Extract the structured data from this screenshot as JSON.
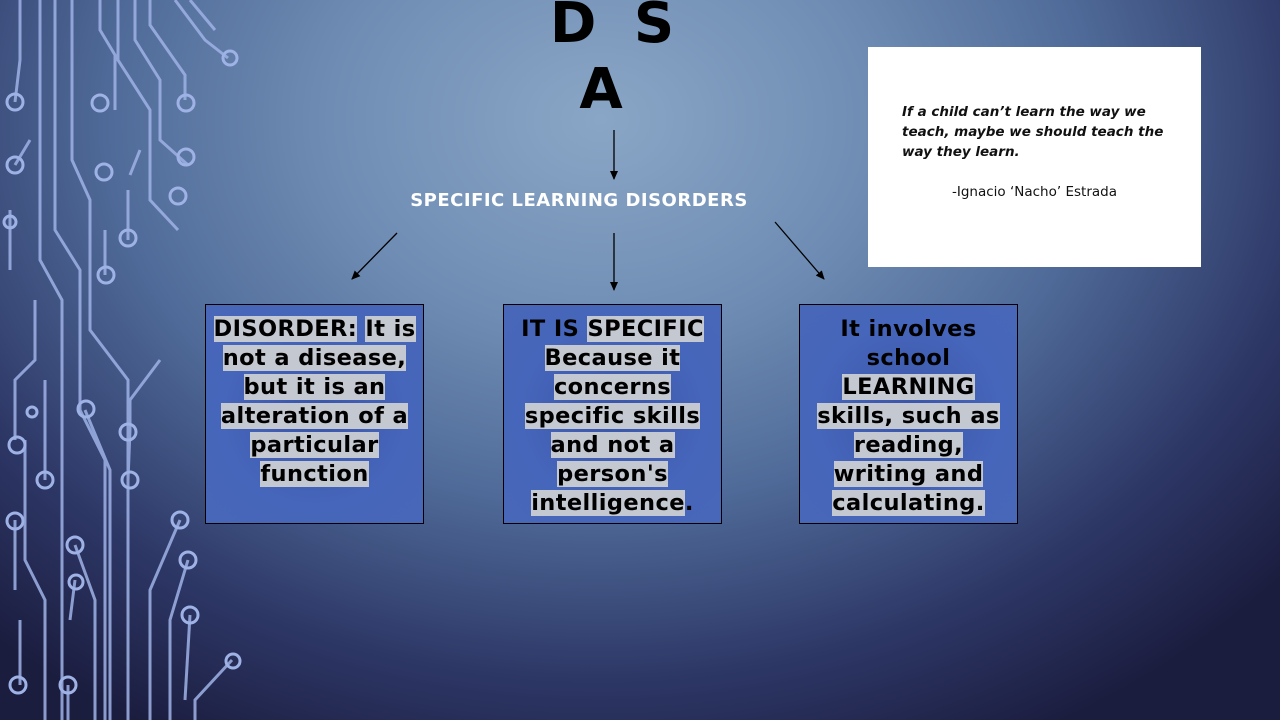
{
  "title": {
    "line1": "D S",
    "line2": "A"
  },
  "subtitle": "SPECIFIC LEARNING DISORDERS",
  "boxes": [
    {
      "parts": [
        {
          "text": "DISORDER:",
          "hl": true
        },
        {
          "text": " ",
          "hl": false
        },
        {
          "text": "It is not a disease, but it is an alteration of a particular function",
          "hl": true
        }
      ]
    },
    {
      "parts": [
        {
          "text": "IT IS ",
          "hl": false
        },
        {
          "text": "SPECIFIC Because it concerns specific skills and not a person's intelligence",
          "hl": true
        },
        {
          "text": ".",
          "hl": false
        }
      ]
    },
    {
      "parts": [
        {
          "text": "It involves school ",
          "hl": false
        },
        {
          "text": "LEARNING skills, such as reading, writing and calculating.",
          "hl": true
        }
      ]
    }
  ],
  "quote": {
    "text": "If a child can’t learn the way we teach, maybe we should teach the way they learn.",
    "author": "-Ignacio ‘Nacho’ Estrada"
  },
  "colors": {
    "box_fill": "#4666bb",
    "highlight": "#c4c8d0",
    "circuit": "#9fb2e6"
  }
}
